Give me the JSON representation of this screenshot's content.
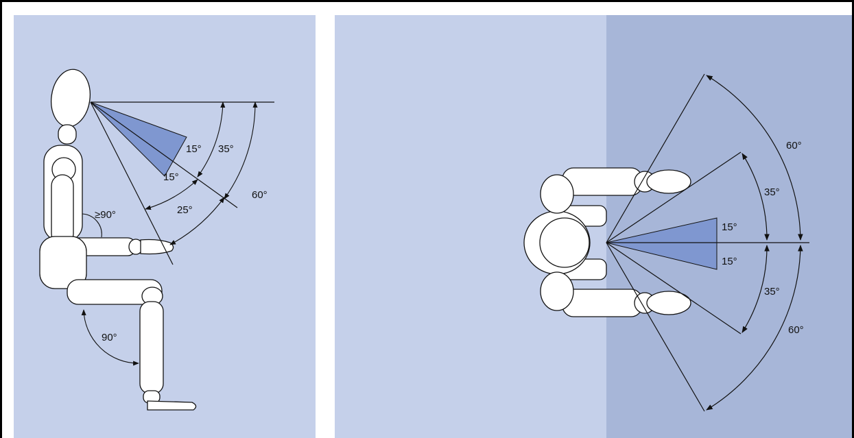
{
  "colors": {
    "panel_light": "#c5d0ea",
    "panel_dark": "#a7b6d8",
    "cone_fill": "#7f97d0",
    "line": "#111111",
    "body_fill": "#ffffff"
  },
  "side_view": {
    "labels": {
      "a15_upper": "15°",
      "a15_lower": "15°",
      "a35": "35°",
      "a60": "60°",
      "a25": "25°",
      "elbow": "≥90°",
      "knee": "90°"
    }
  },
  "top_view": {
    "labels": {
      "a60_upper": "60°",
      "a35_upper": "35°",
      "a15_upper": "15°",
      "a15_lower": "15°",
      "a35_lower": "35°",
      "a60_lower": "60°"
    }
  }
}
